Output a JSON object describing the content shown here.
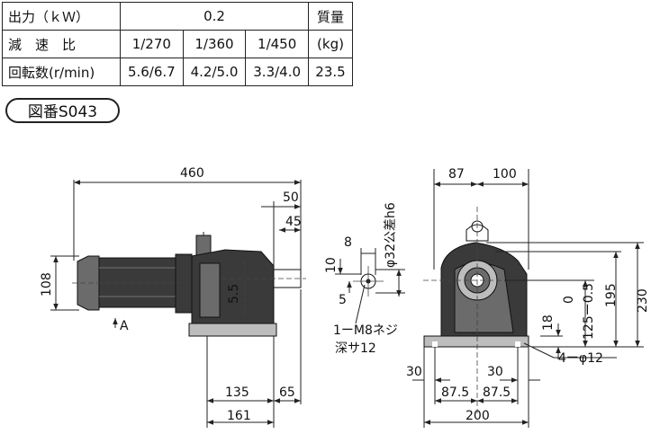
{
  "spec_table": {
    "rows": [
      {
        "label": "出力（ｋＷ）",
        "cells": [
          "0.2"
        ],
        "right": "質量"
      },
      {
        "label": "減　速　比",
        "cells": [
          "1/270",
          "1/360",
          "1/450"
        ],
        "right": "(kg)"
      },
      {
        "label": "回転数(r/min)",
        "cells": [
          "5.6/6.7",
          "4.2/5.0",
          "3.3/4.0"
        ],
        "right": "23.5"
      }
    ]
  },
  "drawing_number": "図番S043",
  "dimensions": {
    "overall_length": "460",
    "shaft_50": "50",
    "shaft_45": "45",
    "height_108": "108",
    "key_5_5": "5.5",
    "arrow_a": "A",
    "len_135": "135",
    "len_65": "65",
    "len_161": "161",
    "key_8": "8",
    "key_10": "10",
    "key_5": "5",
    "shaft_dia": "φ32公差h6",
    "tap": "1ーM8ネジ",
    "tap_depth": "深サ12",
    "top_87": "87",
    "top_100": "100",
    "h_230": "230",
    "h_195": "195",
    "h_125": "125ー0.5",
    "h_0": "0",
    "h_18": "18",
    "holes": "4ーφ12",
    "left_30": "30",
    "right_30": "30",
    "b_87_5_left": "87.5",
    "b_87_5_right": "87.5",
    "width_200": "200"
  }
}
